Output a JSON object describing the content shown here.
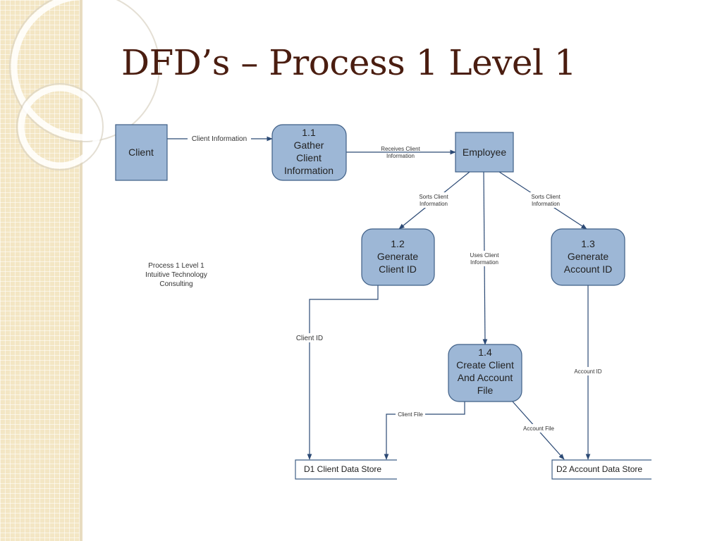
{
  "slide": {
    "title": "DFD’s – Process 1 Level 1"
  },
  "diagram": {
    "entities": {
      "client": "Client",
      "employee": "Employee"
    },
    "processes": {
      "p11": [
        "1.1",
        "Gather",
        "Client",
        "Information"
      ],
      "p12": [
        "1.2",
        "Generate",
        "Client ID"
      ],
      "p13": [
        "1.3",
        "Generate",
        "Account ID"
      ],
      "p14": [
        "1.4",
        "Create Client",
        "And Account",
        "File"
      ]
    },
    "stores": {
      "d1": "D1 Client Data Store",
      "d2": "D2 Account Data Store"
    },
    "flows": {
      "client_information": "Client Information",
      "receives_client_information": [
        "Receives Client",
        "Information"
      ],
      "sorts_client_information_left": [
        "Sorts Client",
        "Information"
      ],
      "sorts_client_information_right": [
        "Sorts Client",
        "Information"
      ],
      "uses_client_information": [
        "Uses Client",
        "Information"
      ],
      "client_id": "Client ID",
      "account_id": "Account ID",
      "client_file": "Client File",
      "account_file": "Account File"
    },
    "note": [
      "Process 1 Level 1",
      "Intuitive Technology",
      "Consulting"
    ]
  },
  "colors": {
    "title": "#4a1d10",
    "box_fill": "#9db7d6",
    "box_stroke": "#3f5f86",
    "arrow": "#2c4a75",
    "side_band": "#f3e6c4"
  }
}
